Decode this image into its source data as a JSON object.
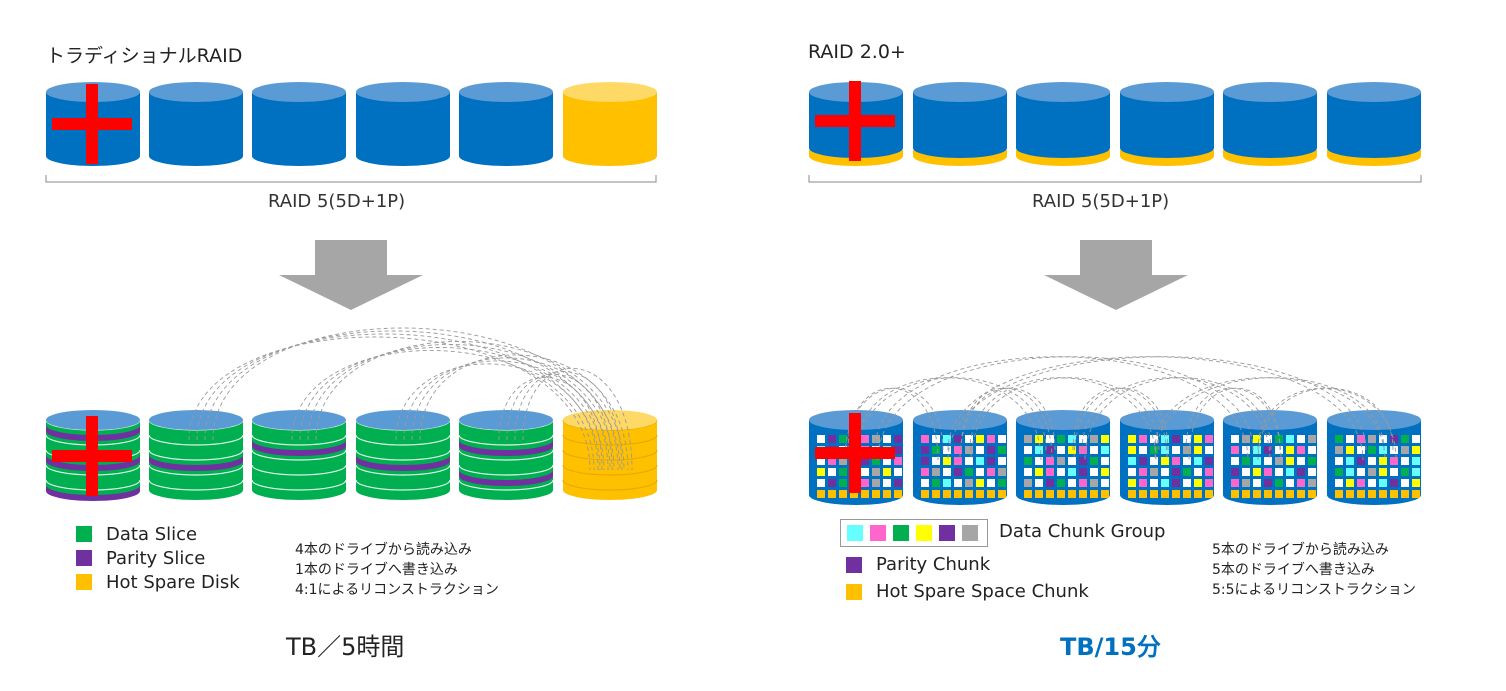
{
  "left": {
    "title": "トラディショナルRAID",
    "raid_label": "RAID 5(5D+1P)",
    "legend": [
      {
        "label": "Data Slice",
        "color": "#00b050"
      },
      {
        "label": "Parity Slice",
        "color": "#7030a0"
      },
      {
        "label": "Hot Spare Disk",
        "color": "#ffc000"
      }
    ],
    "notes": [
      "4本のドライブから読み込み",
      "1本のドライブへ書き込み",
      "4:1によるリコンストラクション"
    ],
    "result": "TB／5時間"
  },
  "right": {
    "title": "RAID 2.0+",
    "raid_label": "RAID 5(5D+1P)",
    "legend_group_label": "Data Chunk Group",
    "chunk_colors": [
      "#66ffff",
      "#ff66cc",
      "#00b050",
      "#ffff00",
      "#7030a0",
      "#a6a6a6"
    ],
    "legend": [
      {
        "label": "Parity Chunk",
        "color": "#7030a0"
      },
      {
        "label": "Hot Spare Space Chunk",
        "color": "#ffc000"
      }
    ],
    "notes": [
      "5本のドライブから読み込み",
      "5本のドライブへ書き込み",
      "5:5によるリコンストラクション"
    ],
    "result": "TB/15分"
  },
  "colors": {
    "disk_blue": "#0070c0",
    "disk_top": "#5b9bd5",
    "spare": "#ffc000",
    "spare_top": "#ffd966",
    "fail_cross": "#ff0000",
    "arrow": "#a6a6a6",
    "result_right": "#0070c0"
  }
}
